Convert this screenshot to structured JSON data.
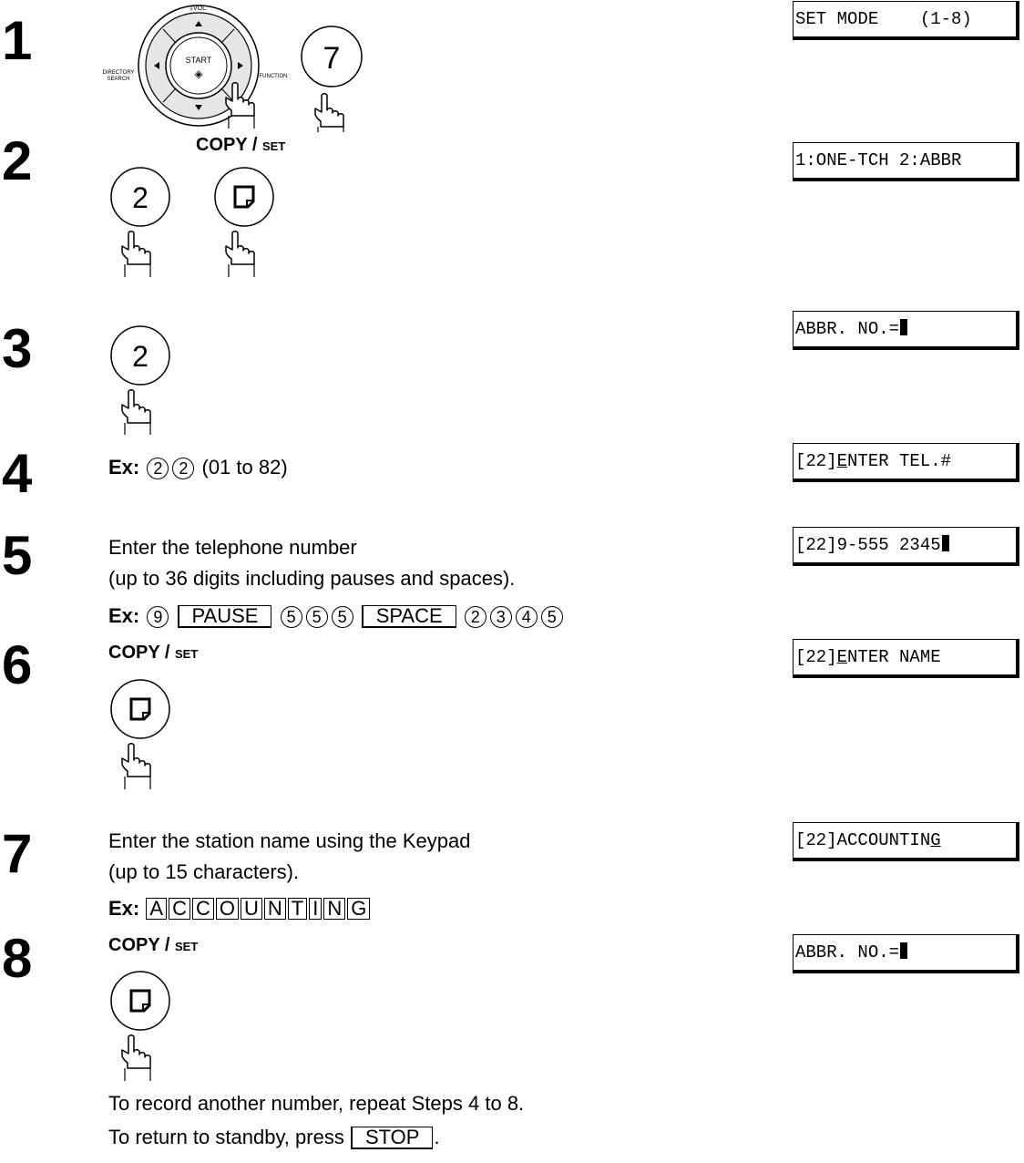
{
  "steps": [
    {
      "number": "1",
      "lcd": "SET MODE    (1-8)",
      "key_digit": "7",
      "dial": {
        "vol": "‡VOL.",
        "start": "START",
        "dir1": "DIRECTORY",
        "dir2": "SEARCH",
        "function": "FUNCTION"
      }
    },
    {
      "number": "2",
      "lcd": "1:ONE-TCH 2:ABBR",
      "key_label_main": "COPY",
      "key_label_sub": "SET",
      "key_digit": "2"
    },
    {
      "number": "3",
      "lcd": "ABBR. NO.=",
      "key_digit": "2"
    },
    {
      "number": "4",
      "lcd_a": "[22]",
      "lcd_u": "E",
      "lcd_b": "NTER TEL.#",
      "ex_label": "Ex:",
      "ex_digits": [
        "2",
        "2"
      ],
      "ex_range": "(01 to 82)"
    },
    {
      "number": "5",
      "lcd": "[22]9-555 2345",
      "line1": "Enter the telephone number",
      "line2": "(up to 36 digits including pauses and spaces).",
      "ex_label": "Ex:",
      "ex_seq": [
        "9",
        "PAUSE",
        "5",
        "5",
        "5",
        "SPACE",
        "2",
        "3",
        "4",
        "5"
      ]
    },
    {
      "number": "6",
      "lcd_a": "[22]",
      "lcd_u": "E",
      "lcd_b": "NTER NAME",
      "key_label_main": "COPY",
      "key_label_sub": "SET"
    },
    {
      "number": "7",
      "lcd_a": "[22]ACCOUNTIN",
      "lcd_u": "G",
      "lcd_b": "",
      "line1": "Enter the station name using the Keypad",
      "line2": "(up to 15 characters).",
      "ex_label": "Ex:",
      "ex_keys": [
        "A",
        "C",
        "C",
        "O",
        "U",
        "N",
        "T",
        "I",
        "N",
        "G"
      ]
    },
    {
      "number": "8",
      "lcd": "ABBR. NO.=",
      "key_label_main": "COPY",
      "key_label_sub": "SET"
    }
  ],
  "footer": {
    "line1": "To record another number, repeat Steps 4 to 8.",
    "line2_prefix": "To return to standby, press",
    "stop_key": "STOP",
    "line2_suffix": "."
  }
}
